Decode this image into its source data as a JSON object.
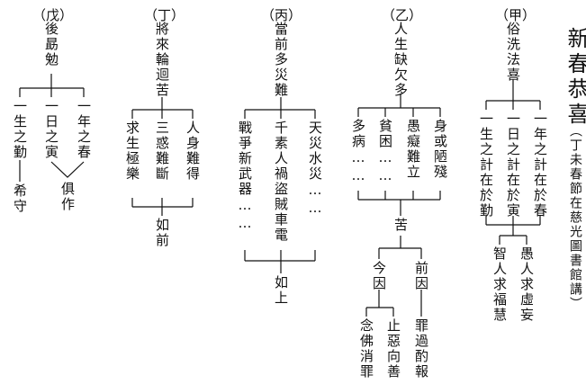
{
  "title": "新春恭喜",
  "subtitle": "（丁未春節在慈光圖書館講）",
  "sections": {
    "jia": {
      "label": "（甲）",
      "head": "俗洗法喜",
      "b1": "一年之計在於春",
      "b2": "一日之計在於寅",
      "b3": "一生之計在於勤",
      "r1": "愚人求虛妄",
      "r2": "智人求福慧"
    },
    "yi": {
      "label": "（乙）",
      "head": "人生缺欠多",
      "b1": "身或陋殘",
      "b2": "愚癡難立",
      "b3": "貧困……",
      "b4": "多病……",
      "mid": "苦",
      "c1": "前因",
      "c2": "今因",
      "d1": "罪過酌報",
      "d2": "止惡向善",
      "d3": "念佛消罪"
    },
    "bing": {
      "label": "（丙）",
      "head": "當前多災難",
      "b1": "天災水災……",
      "b2": "千素人禍盜賊車電",
      "b3": "戰爭新武器……",
      "end": "如上"
    },
    "ding": {
      "label": "（丁）",
      "head": "將來輪迴苦",
      "b1": "人身難得",
      "b2": "三惑難斷",
      "b3": "求生極樂",
      "end": "如前"
    },
    "wu": {
      "label": "（戊）",
      "head": "後勗勉",
      "b1": "一年之春",
      "b2": "一日之寅",
      "b3": "一生之勤",
      "join": "俱作",
      "end": "希守"
    }
  }
}
